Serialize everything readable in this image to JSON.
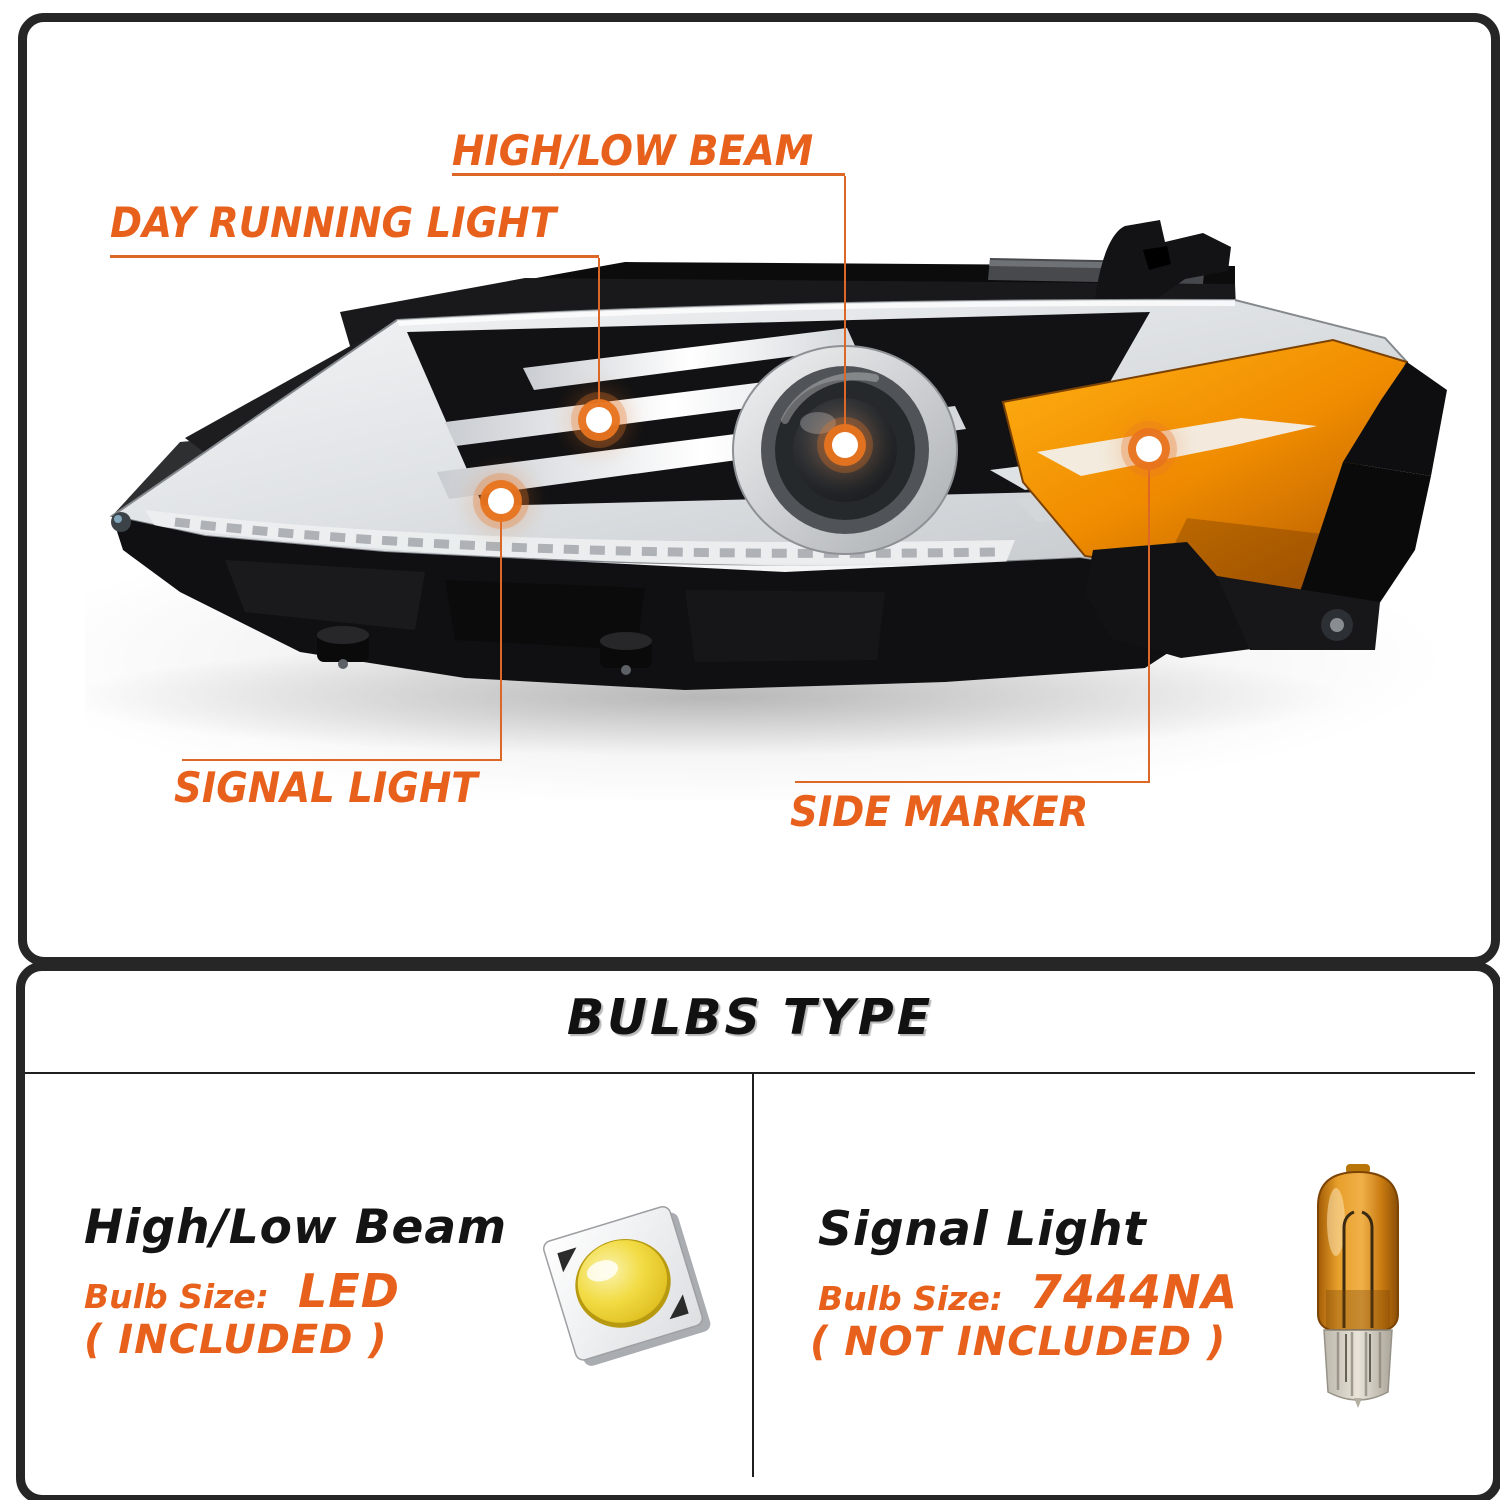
{
  "colors": {
    "accent_orange": "#E8611C",
    "leader_line_orange": "#DD6726",
    "heading_black": "#141414",
    "frame_border": "#262626",
    "amber_lens": "#F08C00",
    "led_dome_yellow": "#F2DC45"
  },
  "diagram": {
    "callouts": [
      {
        "id": "high-low-beam",
        "label": "HIGH/LOW BEAM"
      },
      {
        "id": "day-running-light",
        "label": "DAY RUNNING LIGHT"
      },
      {
        "id": "signal-light",
        "label": "SIGNAL LIGHT"
      },
      {
        "id": "side-marker",
        "label": "SIDE MARKER"
      }
    ]
  },
  "bulbs": {
    "title": "BULBS TYPE",
    "cells": [
      {
        "heading": "High/Low Beam",
        "bulb_size_label": "Bulb Size:",
        "bulb_size_value": "LED",
        "availability": "( INCLUDED )",
        "icon": "led-chip-icon"
      },
      {
        "heading": "Signal Light",
        "bulb_size_label": "Bulb Size:",
        "bulb_size_value": "7444NA",
        "availability": "( NOT INCLUDED )",
        "icon": "amber-bulb-icon"
      }
    ]
  }
}
